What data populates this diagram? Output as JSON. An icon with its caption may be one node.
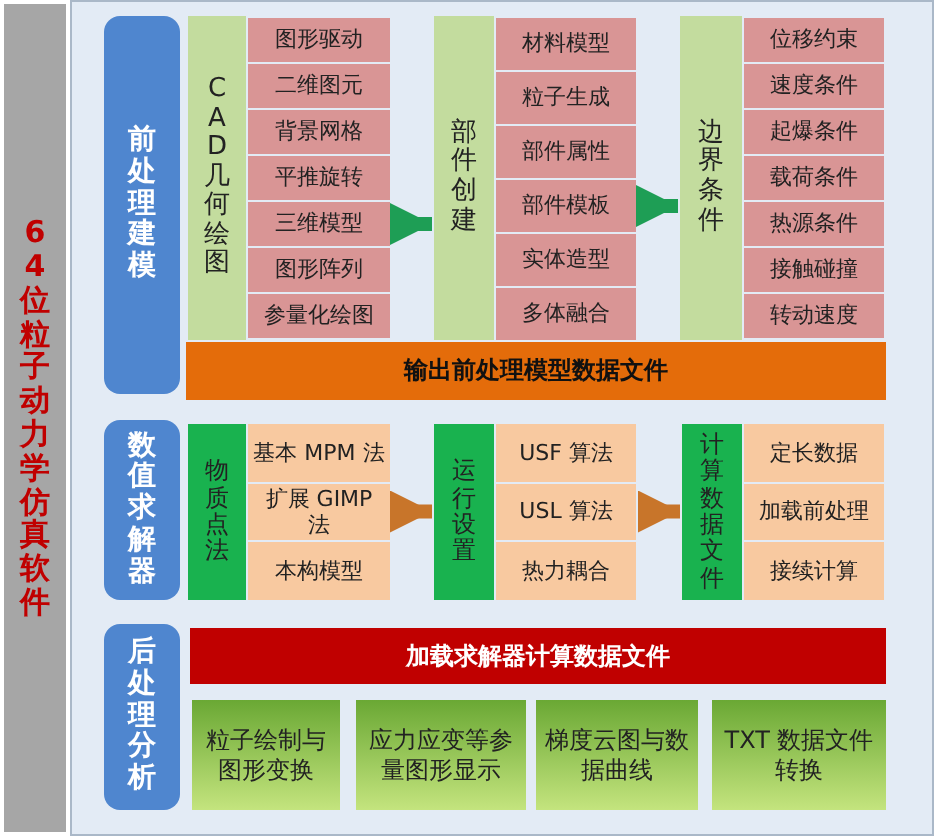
{
  "diagram": {
    "nodes": [
      {
        "text": [
          "64位粒子动力学仿真软件"
        ]
      },
      {
        "text": [
          "前处理建模"
        ]
      },
      {
        "text": [
          "CAD几何绘图"
        ]
      },
      {
        "text": [
          "图形驱动"
        ]
      },
      {
        "text": [
          "二维图元"
        ]
      },
      {
        "text": [
          "背景网格"
        ]
      },
      {
        "text": [
          "平推旋转"
        ]
      },
      {
        "text": [
          "三维模型"
        ]
      },
      {
        "text": [
          "图形阵列"
        ]
      },
      {
        "text": [
          "参量化绘图"
        ]
      },
      {
        "text": [
          "部件创建"
        ]
      },
      {
        "text": [
          "材料模型"
        ]
      },
      {
        "text": [
          "粒子生成"
        ]
      },
      {
        "text": [
          "部件属性"
        ]
      },
      {
        "text": [
          "部件模板"
        ]
      },
      {
        "text": [
          "实体造型"
        ]
      },
      {
        "text": [
          "多体融合"
        ]
      },
      {
        "text": [
          "边界条件"
        ]
      },
      {
        "text": [
          "位移约束"
        ]
      },
      {
        "text": [
          "速度条件"
        ]
      },
      {
        "text": [
          "起爆条件"
        ]
      },
      {
        "text": [
          "载荷条件"
        ]
      },
      {
        "text": [
          "热源条件"
        ]
      },
      {
        "text": [
          "接触碰撞"
        ]
      },
      {
        "text": [
          "转动速度"
        ]
      },
      {
        "text": [
          "输出前处理模型数据文件"
        ]
      },
      {
        "text": [
          "数值求解器"
        ]
      },
      {
        "text": [
          "物质点法"
        ]
      },
      {
        "text": [
          "基本 MPM 法"
        ]
      },
      {
        "text": [
          "扩展 GIMP 法"
        ]
      },
      {
        "text": [
          "本构模型"
        ]
      },
      {
        "text": [
          "运行设置"
        ]
      },
      {
        "text": [
          "USF 算法"
        ]
      },
      {
        "text": [
          "USL 算法"
        ]
      },
      {
        "text": [
          "热力耦合"
        ]
      },
      {
        "text": [
          "计算数据文件"
        ]
      },
      {
        "text": [
          "定长数据"
        ]
      },
      {
        "text": [
          "加载前处理"
        ]
      },
      {
        "text": [
          "接续计算"
        ]
      },
      {
        "text": [
          "后处理分析"
        ]
      },
      {
        "text": [
          "加载求解器计算数据文件"
        ]
      },
      {
        "text": [
          "粒子绘制与图形变换"
        ]
      },
      {
        "text": [
          "应力应变等参量图形显示"
        ]
      },
      {
        "text": [
          "梯度云图与数据曲线"
        ]
      },
      {
        "text": [
          "TXT 数据文件转换"
        ]
      }
    ],
    "edges": [
      {
        "from": 7,
        "to": 10,
        "arrow": "to",
        "color": "#1e9e55"
      },
      {
        "from": 14,
        "to": 17,
        "arrow": "to",
        "color": "#1e9e55"
      },
      {
        "from": 29,
        "to": 31,
        "arrow": "to",
        "color": "#c8752a"
      },
      {
        "from": 33,
        "to": 35,
        "arrow": "to",
        "color": "#c8752a"
      }
    ]
  }
}
